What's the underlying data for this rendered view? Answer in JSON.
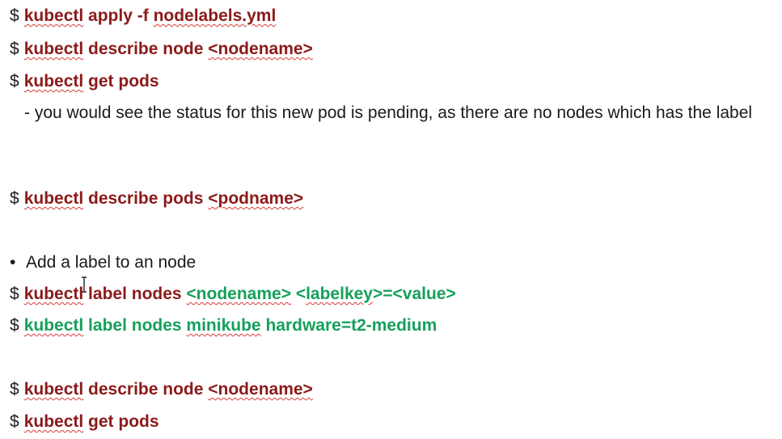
{
  "lines": [
    {
      "prompt": "$",
      "parts": [
        {
          "text": "kubectl",
          "color": "red",
          "squiggle": true
        },
        {
          "text": " apply -f ",
          "color": "red",
          "squiggle": false
        },
        {
          "text": "nodelabels.yml",
          "color": "red",
          "squiggle": true
        }
      ]
    },
    {
      "prompt": "$",
      "parts": [
        {
          "text": "kubectl",
          "color": "red",
          "squiggle": true
        },
        {
          "text": " describe node ",
          "color": "red",
          "squiggle": false
        },
        {
          "text": "<nodename>",
          "color": "red",
          "squiggle": true
        }
      ]
    },
    {
      "prompt": "$",
      "parts": [
        {
          "text": "kubectl",
          "color": "red",
          "squiggle": true
        },
        {
          "text": " get pods",
          "color": "red",
          "squiggle": false
        }
      ]
    },
    {
      "prompt": "$",
      "parts": [
        {
          "text": "kubectl",
          "color": "red",
          "squiggle": true
        },
        {
          "text": " describe pods ",
          "color": "red",
          "squiggle": false
        },
        {
          "text": "<podname>",
          "color": "red",
          "squiggle": true
        }
      ]
    },
    {
      "prompt": "$",
      "parts": [
        {
          "text": "kubectl",
          "color": "red",
          "squiggle": true
        },
        {
          "text": " label nodes ",
          "color": "red",
          "squiggle": false
        },
        {
          "text": "<nodename>",
          "color": "green",
          "squiggle": true
        },
        {
          "text": " <",
          "color": "green",
          "squiggle": false
        },
        {
          "text": "labelkey",
          "color": "green",
          "squiggle": true
        },
        {
          "text": ">=<value>",
          "color": "green",
          "squiggle": false
        }
      ]
    },
    {
      "prompt": "$",
      "parts": [
        {
          "text": "kubectl",
          "color": "green",
          "squiggle": true
        },
        {
          "text": " label nodes ",
          "color": "green",
          "squiggle": false
        },
        {
          "text": "minikube",
          "color": "green",
          "squiggle": true
        },
        {
          "text": " hardware=t2-medium",
          "color": "green",
          "squiggle": false
        }
      ]
    },
    {
      "prompt": "$",
      "parts": [
        {
          "text": "kubectl",
          "color": "red",
          "squiggle": true
        },
        {
          "text": " describe node ",
          "color": "red",
          "squiggle": false
        },
        {
          "text": "<nodename>",
          "color": "red",
          "squiggle": true
        }
      ]
    },
    {
      "prompt": "$",
      "parts": [
        {
          "text": "kubectl",
          "color": "red",
          "squiggle": true
        },
        {
          "text": " get pods",
          "color": "red",
          "squiggle": false
        }
      ]
    }
  ],
  "note": "- you would see the status for this new pod is pending, as there are no nodes which has the label",
  "bullet": {
    "symbol": "•",
    "text": "Add a label to an node"
  },
  "colors": {
    "red": "#8b1a1a",
    "green": "#16a05a",
    "text": "#1a1a1a",
    "squiggle": "#d93a3a"
  },
  "icons": {
    "cursor": "text-cursor-icon"
  }
}
